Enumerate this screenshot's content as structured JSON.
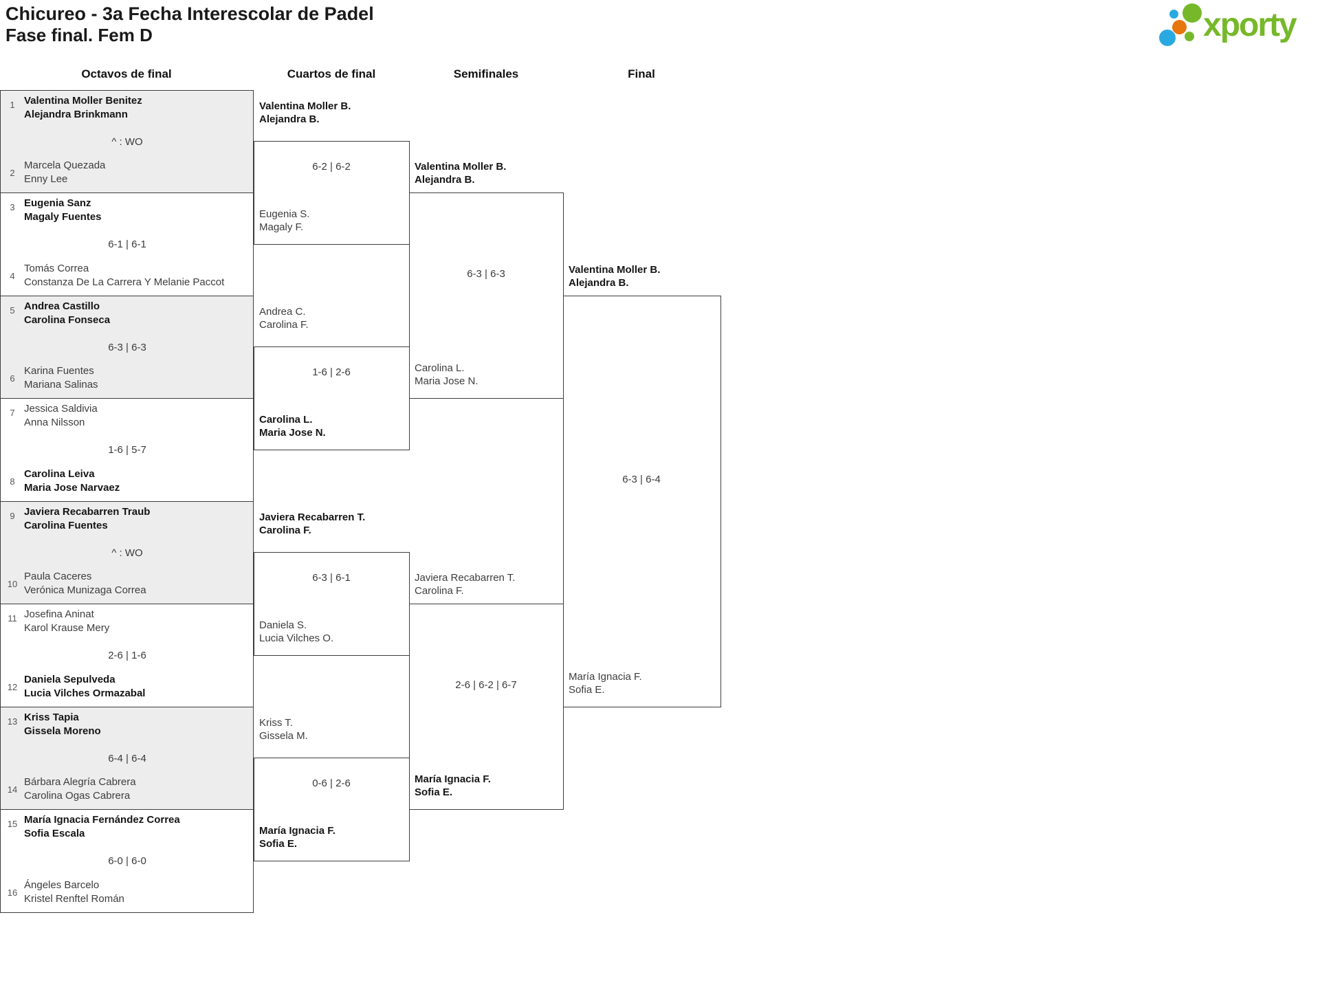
{
  "tournament": {
    "title": "Chicureo - 3a Fecha Interescolar de Padel",
    "subtitle": "Fase final. Fem D"
  },
  "logo": {
    "text": "xporty",
    "colors": {
      "green": "#76b82a",
      "blue": "#29a9e1",
      "orange": "#e8760e"
    }
  },
  "rounds": [
    "Octavos de final",
    "Cuartos de final",
    "Semifinales",
    "Final"
  ],
  "r16": {
    "matches": [
      {
        "seeds": [
          "1",
          "2"
        ],
        "team1": [
          "Valentina Moller Benitez",
          "Alejandra Brinkmann"
        ],
        "team2": [
          "Marcela Quezada",
          "Enny Lee"
        ],
        "winner": 1,
        "score": "^ : WO"
      },
      {
        "seeds": [
          "3",
          "4"
        ],
        "team1": [
          "Eugenia Sanz",
          "Magaly Fuentes"
        ],
        "team2": [
          "Tomás Correa",
          "Constanza De La Carrera Y Melanie Paccot"
        ],
        "winner": 1,
        "score": "6-1 | 6-1"
      },
      {
        "seeds": [
          "5",
          "6"
        ],
        "team1": [
          "Andrea Castillo",
          "Carolina Fonseca"
        ],
        "team2": [
          "Karina Fuentes",
          "Mariana Salinas"
        ],
        "winner": 1,
        "score": "6-3 | 6-3"
      },
      {
        "seeds": [
          "7",
          "8"
        ],
        "team1": [
          "Jessica Saldivia",
          "Anna Nilsson"
        ],
        "team2": [
          "Carolina Leiva",
          "Maria Jose Narvaez"
        ],
        "winner": 2,
        "score": "1-6 | 5-7"
      },
      {
        "seeds": [
          "9",
          "10"
        ],
        "team1": [
          "Javiera Recabarren Traub",
          "Carolina Fuentes"
        ],
        "team2": [
          "Paula Caceres",
          "Verónica Munizaga Correa"
        ],
        "winner": 1,
        "score": "^ : WO"
      },
      {
        "seeds": [
          "11",
          "12"
        ],
        "team1": [
          "Josefina Aninat",
          "Karol Krause Mery"
        ],
        "team2": [
          "Daniela Sepulveda",
          "Lucia Vilches Ormazabal"
        ],
        "winner": 2,
        "score": "2-6 | 1-6"
      },
      {
        "seeds": [
          "13",
          "14"
        ],
        "team1": [
          "Kriss Tapia",
          "Gissela Moreno"
        ],
        "team2": [
          "Bárbara Alegría Cabrera",
          "Carolina Ogas Cabrera"
        ],
        "winner": 1,
        "score": "6-4 | 6-4"
      },
      {
        "seeds": [
          "15",
          "16"
        ],
        "team1": [
          "María Ignacia Fernández Correa",
          "Sofia Escala"
        ],
        "team2": [
          "Ángeles Barcelo",
          "Kristel Renftel Román"
        ],
        "winner": 1,
        "score": "6-0 | 6-0"
      }
    ]
  },
  "qf": {
    "matches": [
      {
        "team1": [
          "Valentina Moller B.",
          "Alejandra B."
        ],
        "team2": [
          "Eugenia S.",
          "Magaly F."
        ],
        "winner": 1,
        "score": "6-2 | 6-2"
      },
      {
        "team1": [
          "Andrea C.",
          "Carolina F."
        ],
        "team2": [
          "Carolina L.",
          "Maria Jose N."
        ],
        "winner": 2,
        "score": "1-6 | 2-6"
      },
      {
        "team1": [
          "Javiera Recabarren T.",
          "Carolina F."
        ],
        "team2": [
          "Daniela S.",
          "Lucia Vilches O."
        ],
        "winner": 1,
        "score": "6-3 | 6-1"
      },
      {
        "team1": [
          "Kriss T.",
          "Gissela M."
        ],
        "team2": [
          "María Ignacia F.",
          "Sofia E."
        ],
        "winner": 2,
        "score": "0-6 | 2-6"
      }
    ]
  },
  "sf": {
    "matches": [
      {
        "team1": [
          "Valentina Moller B.",
          "Alejandra B."
        ],
        "team2": [
          "Carolina L.",
          "Maria Jose N."
        ],
        "winner": 1,
        "score": "6-3 | 6-3"
      },
      {
        "team1": [
          "Javiera Recabarren T.",
          "Carolina F."
        ],
        "team2": [
          "María Ignacia F.",
          "Sofia E."
        ],
        "winner": 2,
        "score": "2-6 | 6-2 | 6-7"
      }
    ]
  },
  "final": {
    "matches": [
      {
        "team1": [
          "Valentina Moller B.",
          "Alejandra B."
        ],
        "team2": [
          "María Ignacia F.",
          "Sofia E."
        ],
        "winner": 1,
        "score": "6-3 | 6-4"
      }
    ]
  }
}
